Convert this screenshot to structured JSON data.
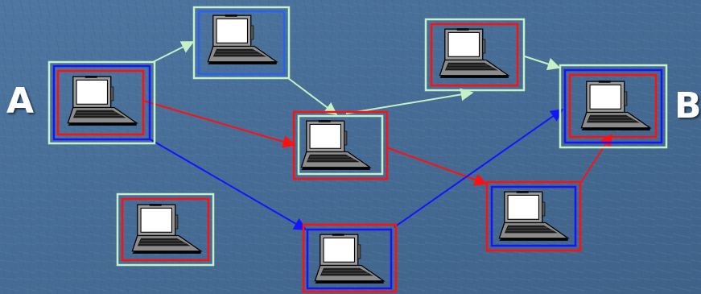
{
  "labels": {
    "source": "A",
    "destination": "B"
  },
  "colors": {
    "background": "#476d96",
    "node_outline": "#c6f0c6",
    "path_red": "#ff1010",
    "path_blue": "#1414ff",
    "path_green": "#c6f0c6"
  },
  "nodes": [
    {
      "id": "A",
      "name": "node-a",
      "frames": [
        "blue",
        "red"
      ],
      "green_halo": true
    },
    {
      "id": "n2",
      "name": "node-top",
      "frames": [
        "blue"
      ],
      "green_halo": true
    },
    {
      "id": "n3",
      "name": "node-top-right",
      "frames": [
        "red"
      ],
      "green_halo": true
    },
    {
      "id": "n4",
      "name": "node-center",
      "frames": [
        "red"
      ],
      "green_halo": true
    },
    {
      "id": "n5",
      "name": "node-bottom-left",
      "frames": [
        "red"
      ],
      "green_halo": true
    },
    {
      "id": "n6",
      "name": "node-bottom-center",
      "frames": [
        "red",
        "blue"
      ],
      "green_halo": false
    },
    {
      "id": "n7",
      "name": "node-right-lower",
      "frames": [
        "red",
        "blue"
      ],
      "green_halo": false
    },
    {
      "id": "B",
      "name": "node-b",
      "frames": [
        "blue",
        "red"
      ],
      "green_halo": true
    }
  ],
  "edges": [
    {
      "from": "A",
      "to": "n2",
      "color": "green"
    },
    {
      "from": "n2",
      "to": "n4",
      "color": "green"
    },
    {
      "from": "n4",
      "to": "n3",
      "color": "green"
    },
    {
      "from": "n3",
      "to": "B",
      "color": "green"
    },
    {
      "from": "A",
      "to": "n4",
      "color": "red"
    },
    {
      "from": "n4",
      "to": "n7",
      "color": "red"
    },
    {
      "from": "n7",
      "to": "B",
      "color": "red"
    },
    {
      "from": "A",
      "to": "n6",
      "color": "blue"
    },
    {
      "from": "n6",
      "to": "B",
      "color": "blue"
    }
  ]
}
